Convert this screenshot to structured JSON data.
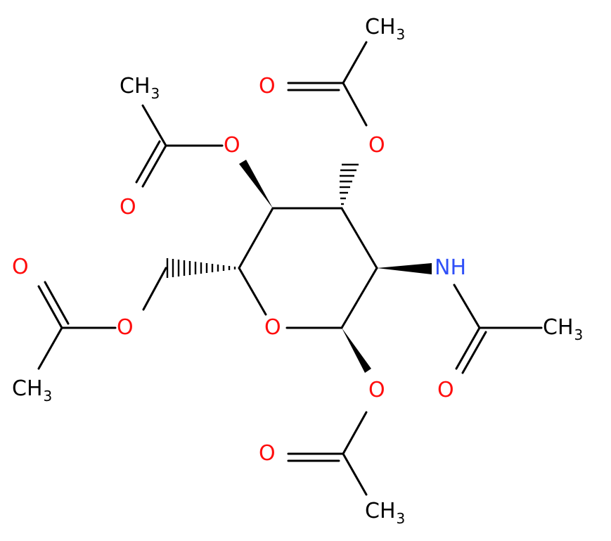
{
  "atoms": {
    "o_ring": "O",
    "o_c1_ester": "O",
    "o_c1_carbonyl": "O",
    "o_c3_ester": "O",
    "o_c3_carbonyl": "O",
    "o_c4_ester": "O",
    "o_c4_carbonyl": "O",
    "o_c6_ester": "O",
    "o_c6_carbonyl": "O",
    "o_nac_carbonyl": "O",
    "nh": "NH"
  },
  "methyls": {
    "top": {
      "base": "CH",
      "sub": "3"
    },
    "upper_left": {
      "base": "CH",
      "sub": "3"
    },
    "right": {
      "base": "CH",
      "sub": "3"
    },
    "left": {
      "base": "CH",
      "sub": "3"
    },
    "bottom": {
      "base": "CH",
      "sub": "3"
    }
  },
  "colors": {
    "oxygen": "#ff0d0d",
    "nitrogen": "#3050f8",
    "carbon": "#000000",
    "bond": "#000000"
  }
}
